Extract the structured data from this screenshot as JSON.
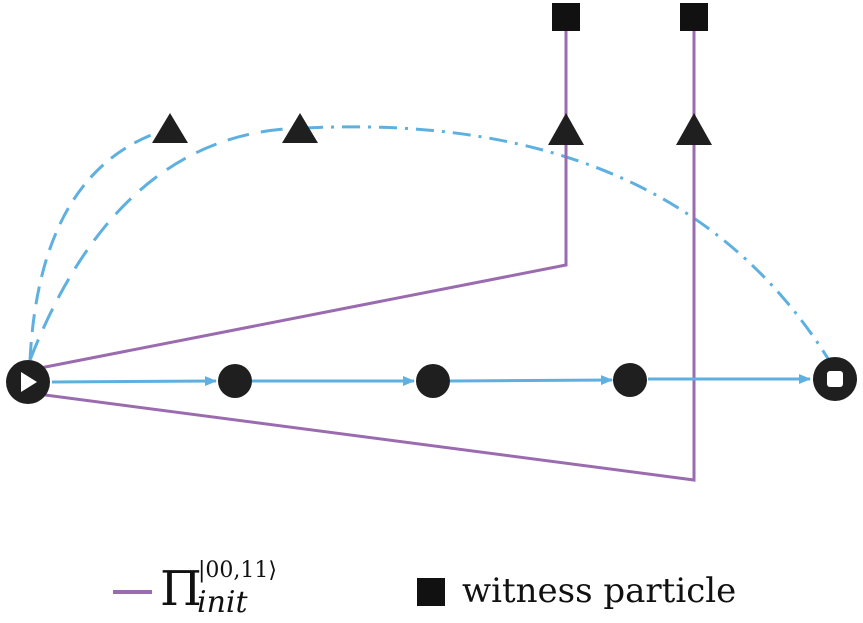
{
  "colors": {
    "flow_arrow": "#5eb0e0",
    "projector_line": "#9b6bb0",
    "node": "#1f1f1f",
    "background": "#ffffff"
  },
  "nodes": {
    "start": {
      "shape": "circle-with-play-icon"
    },
    "intermediate_count": 3,
    "end": {
      "shape": "circle-with-square-icon"
    },
    "triangles_count": 4,
    "witness_squares_count": 2
  },
  "legend": {
    "projector": {
      "symbol": "Π",
      "superscript": "|00,11⟩",
      "subscript": "init"
    },
    "witness": {
      "label": "witness particle",
      "icon": "filled-square-icon"
    }
  }
}
